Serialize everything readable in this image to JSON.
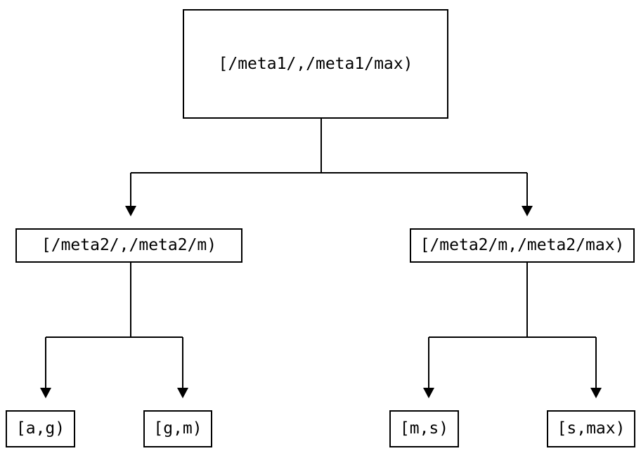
{
  "diagram": {
    "type": "tree",
    "nodes": [
      {
        "id": "root",
        "label": "[/meta1/,/meta1/max)"
      },
      {
        "id": "meta2-left",
        "label": "[/meta2/,/meta2/m)"
      },
      {
        "id": "meta2-right",
        "label": "[/meta2/m,/meta2/max)"
      },
      {
        "id": "leaf-ag",
        "label": "[a,g)"
      },
      {
        "id": "leaf-gm",
        "label": "[g,m)"
      },
      {
        "id": "leaf-ms",
        "label": "[m,s)"
      },
      {
        "id": "leaf-smax",
        "label": "[s,max)"
      }
    ],
    "edges": [
      {
        "from": "root",
        "to": "meta2-left"
      },
      {
        "from": "root",
        "to": "meta2-right"
      },
      {
        "from": "meta2-left",
        "to": "leaf-ag"
      },
      {
        "from": "meta2-left",
        "to": "leaf-gm"
      },
      {
        "from": "meta2-right",
        "to": "leaf-ms"
      },
      {
        "from": "meta2-right",
        "to": "leaf-smax"
      }
    ],
    "colors": {
      "background": "#ffffff",
      "line": "#000000",
      "box_border": "#000000",
      "text": "#000000"
    }
  }
}
